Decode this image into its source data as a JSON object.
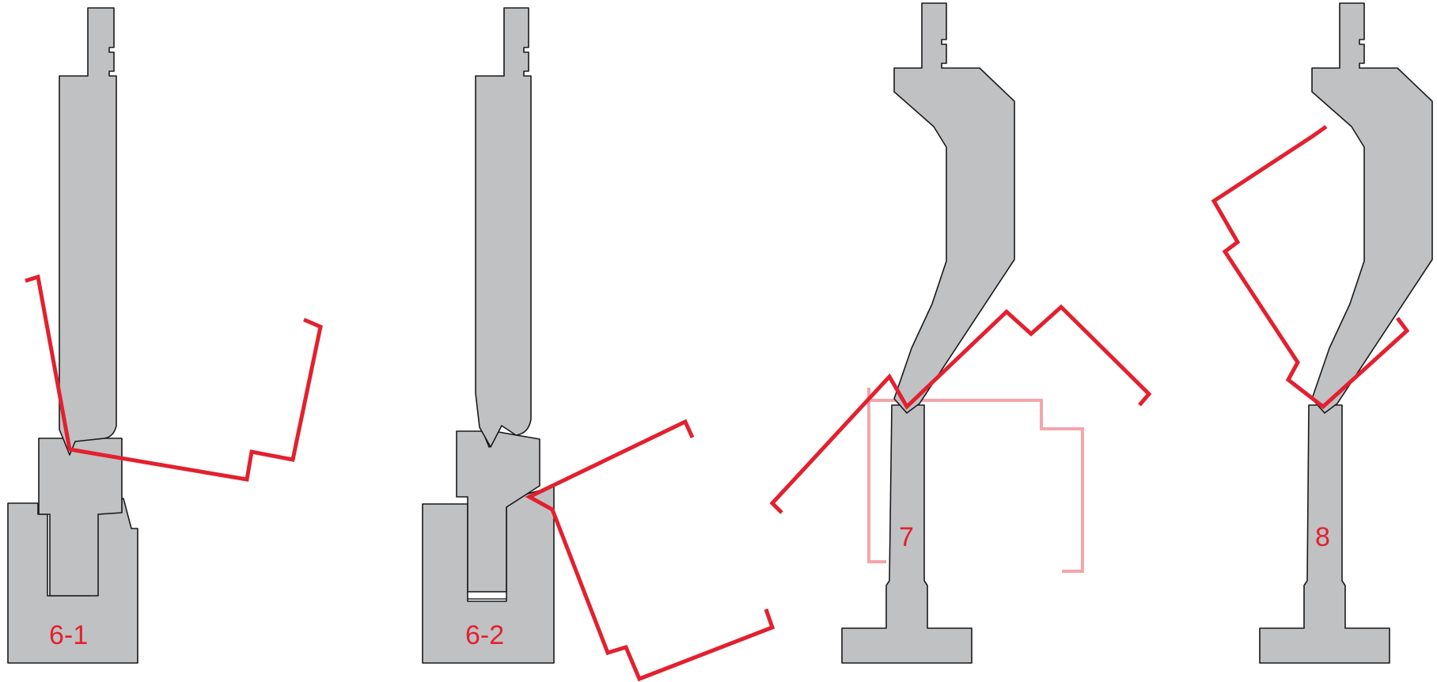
{
  "colors": {
    "tool_fill": "#c0c1c3",
    "tool_outline": "#1a1a1a",
    "part": "#e3202f",
    "part_ghost": "#f3a6ab",
    "label": "#e3202f",
    "background": "#ffffff"
  },
  "steps": [
    {
      "label": "6-1"
    },
    {
      "label": "6-2"
    },
    {
      "label": "7"
    },
    {
      "label": "8"
    }
  ]
}
